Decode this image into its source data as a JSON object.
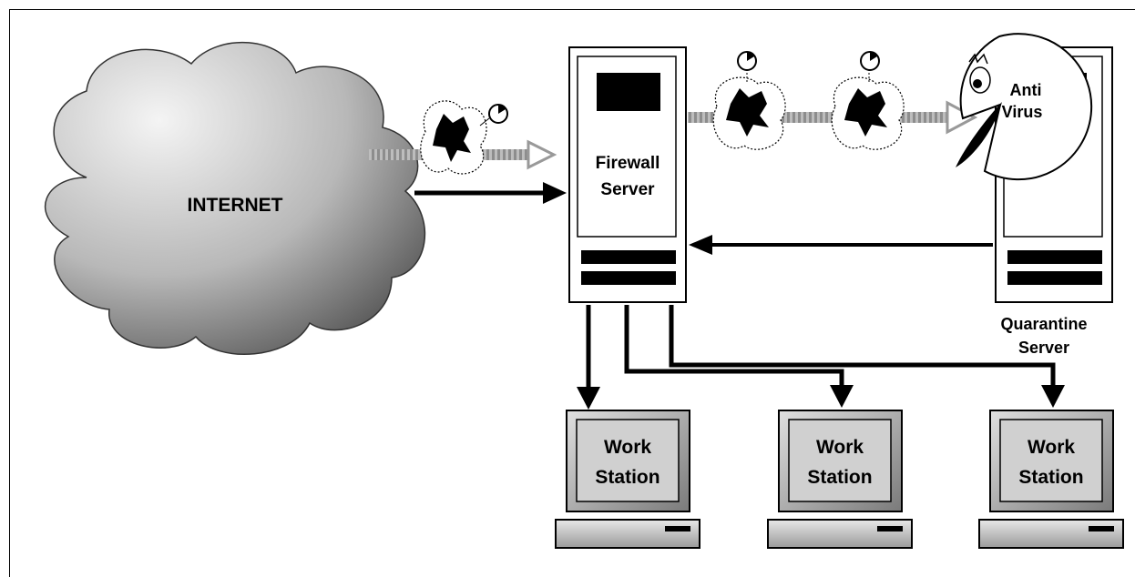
{
  "cloud": {
    "label": "INTERNET"
  },
  "firewall": {
    "label_line1": "Firewall",
    "label_line2": "Server"
  },
  "quarantine": {
    "label_line1": "Quarantine",
    "label_line2": "Server"
  },
  "antivirus": {
    "label_line1": "Anti",
    "label_line2": "Virus"
  },
  "workstations": [
    {
      "line1": "Work",
      "line2": "Station"
    },
    {
      "line1": "Work",
      "line2": "Station"
    },
    {
      "line1": "Work",
      "line2": "Station"
    }
  ],
  "colors": {
    "cloud_light": "#f2f2f2",
    "cloud_dark": "#555555",
    "pipe": "#aaaaaa",
    "monitor_gray": "#c8c8c8"
  }
}
